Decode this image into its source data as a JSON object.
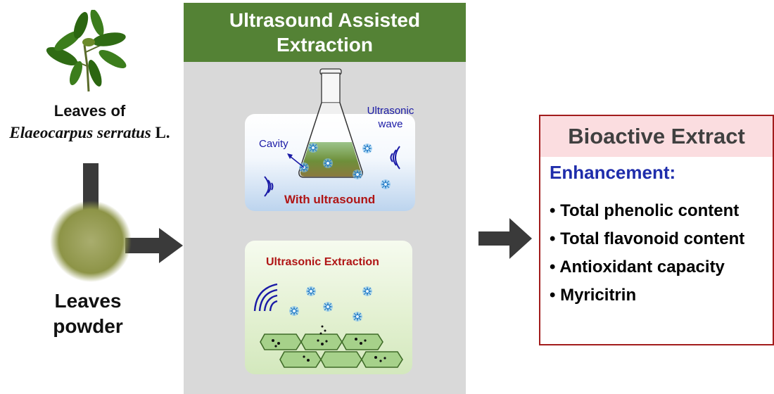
{
  "left": {
    "leaves_label_line1": "Leaves of",
    "leaves_label_species": "Elaeocarpus serratus",
    "leaves_label_author": " L.",
    "powder_label_line1": "Leaves",
    "powder_label_line2": "powder"
  },
  "uae": {
    "title_line1": "Ultrasound Assisted",
    "title_line2": "Extraction",
    "top_box": {
      "cavity_label": "Cavity",
      "wave_label_line1": "Ultrasonic",
      "wave_label_line2": "wave",
      "caption": "With ultrasound"
    },
    "bottom_box": {
      "caption": "Ultrasonic Extraction"
    }
  },
  "result": {
    "header": "Bioactive Extract",
    "subtitle": "Enhancement:",
    "items": [
      "Total phenolic content",
      "Total flavonoid content",
      "Antioxidant capacity",
      "Myricitrin"
    ]
  },
  "colors": {
    "header_green": "#548235",
    "panel_gray": "#d9d9d9",
    "arrow_gray": "#3a3a3a",
    "result_border": "#a21c1c",
    "result_header_bg": "#fbdde0",
    "blue_text": "#1f2dab",
    "red_text": "#b01515"
  },
  "icons": [
    "plant-icon",
    "powder-icon",
    "flask-icon",
    "cavitation-bubble-icon",
    "sound-wave-icon",
    "plant-cell-icon",
    "arrow-icon"
  ]
}
